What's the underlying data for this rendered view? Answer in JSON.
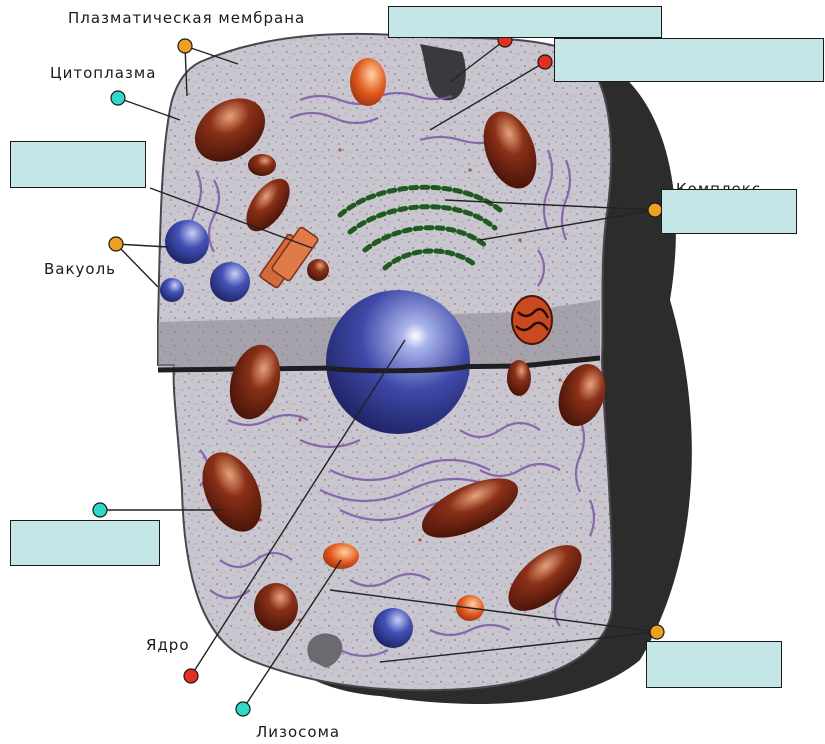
{
  "labels": {
    "plasma_membrane": "Плазматическая мембрана",
    "cytoplasm": "Цитоплазма",
    "vacuole": "Вакуоль",
    "nucleus": "Ядро",
    "lysosome": "Лизосома",
    "golgi_partial": "Комплекс"
  },
  "marker_colors": {
    "orange": "#f0a020",
    "red": "#e03020",
    "cyan": "#30d8c8"
  },
  "answer_box_fill": "#c5e6e6"
}
